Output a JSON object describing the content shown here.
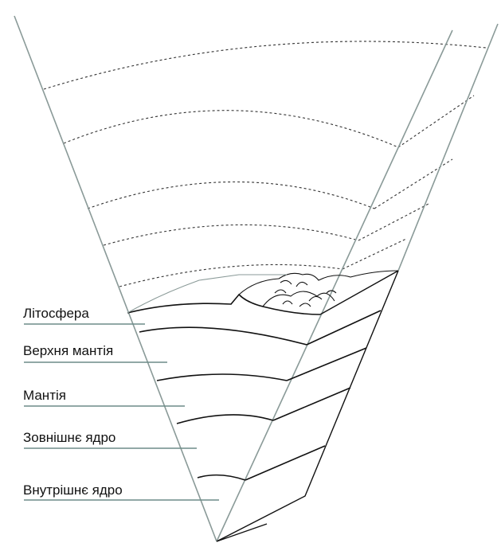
{
  "labels": {
    "lithosphere": "Літосфера",
    "upper_mantle": "Верхня мантія",
    "mantle": "Мантія",
    "outer_core": "Зовнішнє ядро",
    "inner_core": "Внутрішнє ядро"
  },
  "colors": {
    "cone_line": "#8a9a98",
    "leader_line": "#6d8c88",
    "layer_line": "#111111",
    "dashed": "#333333"
  }
}
